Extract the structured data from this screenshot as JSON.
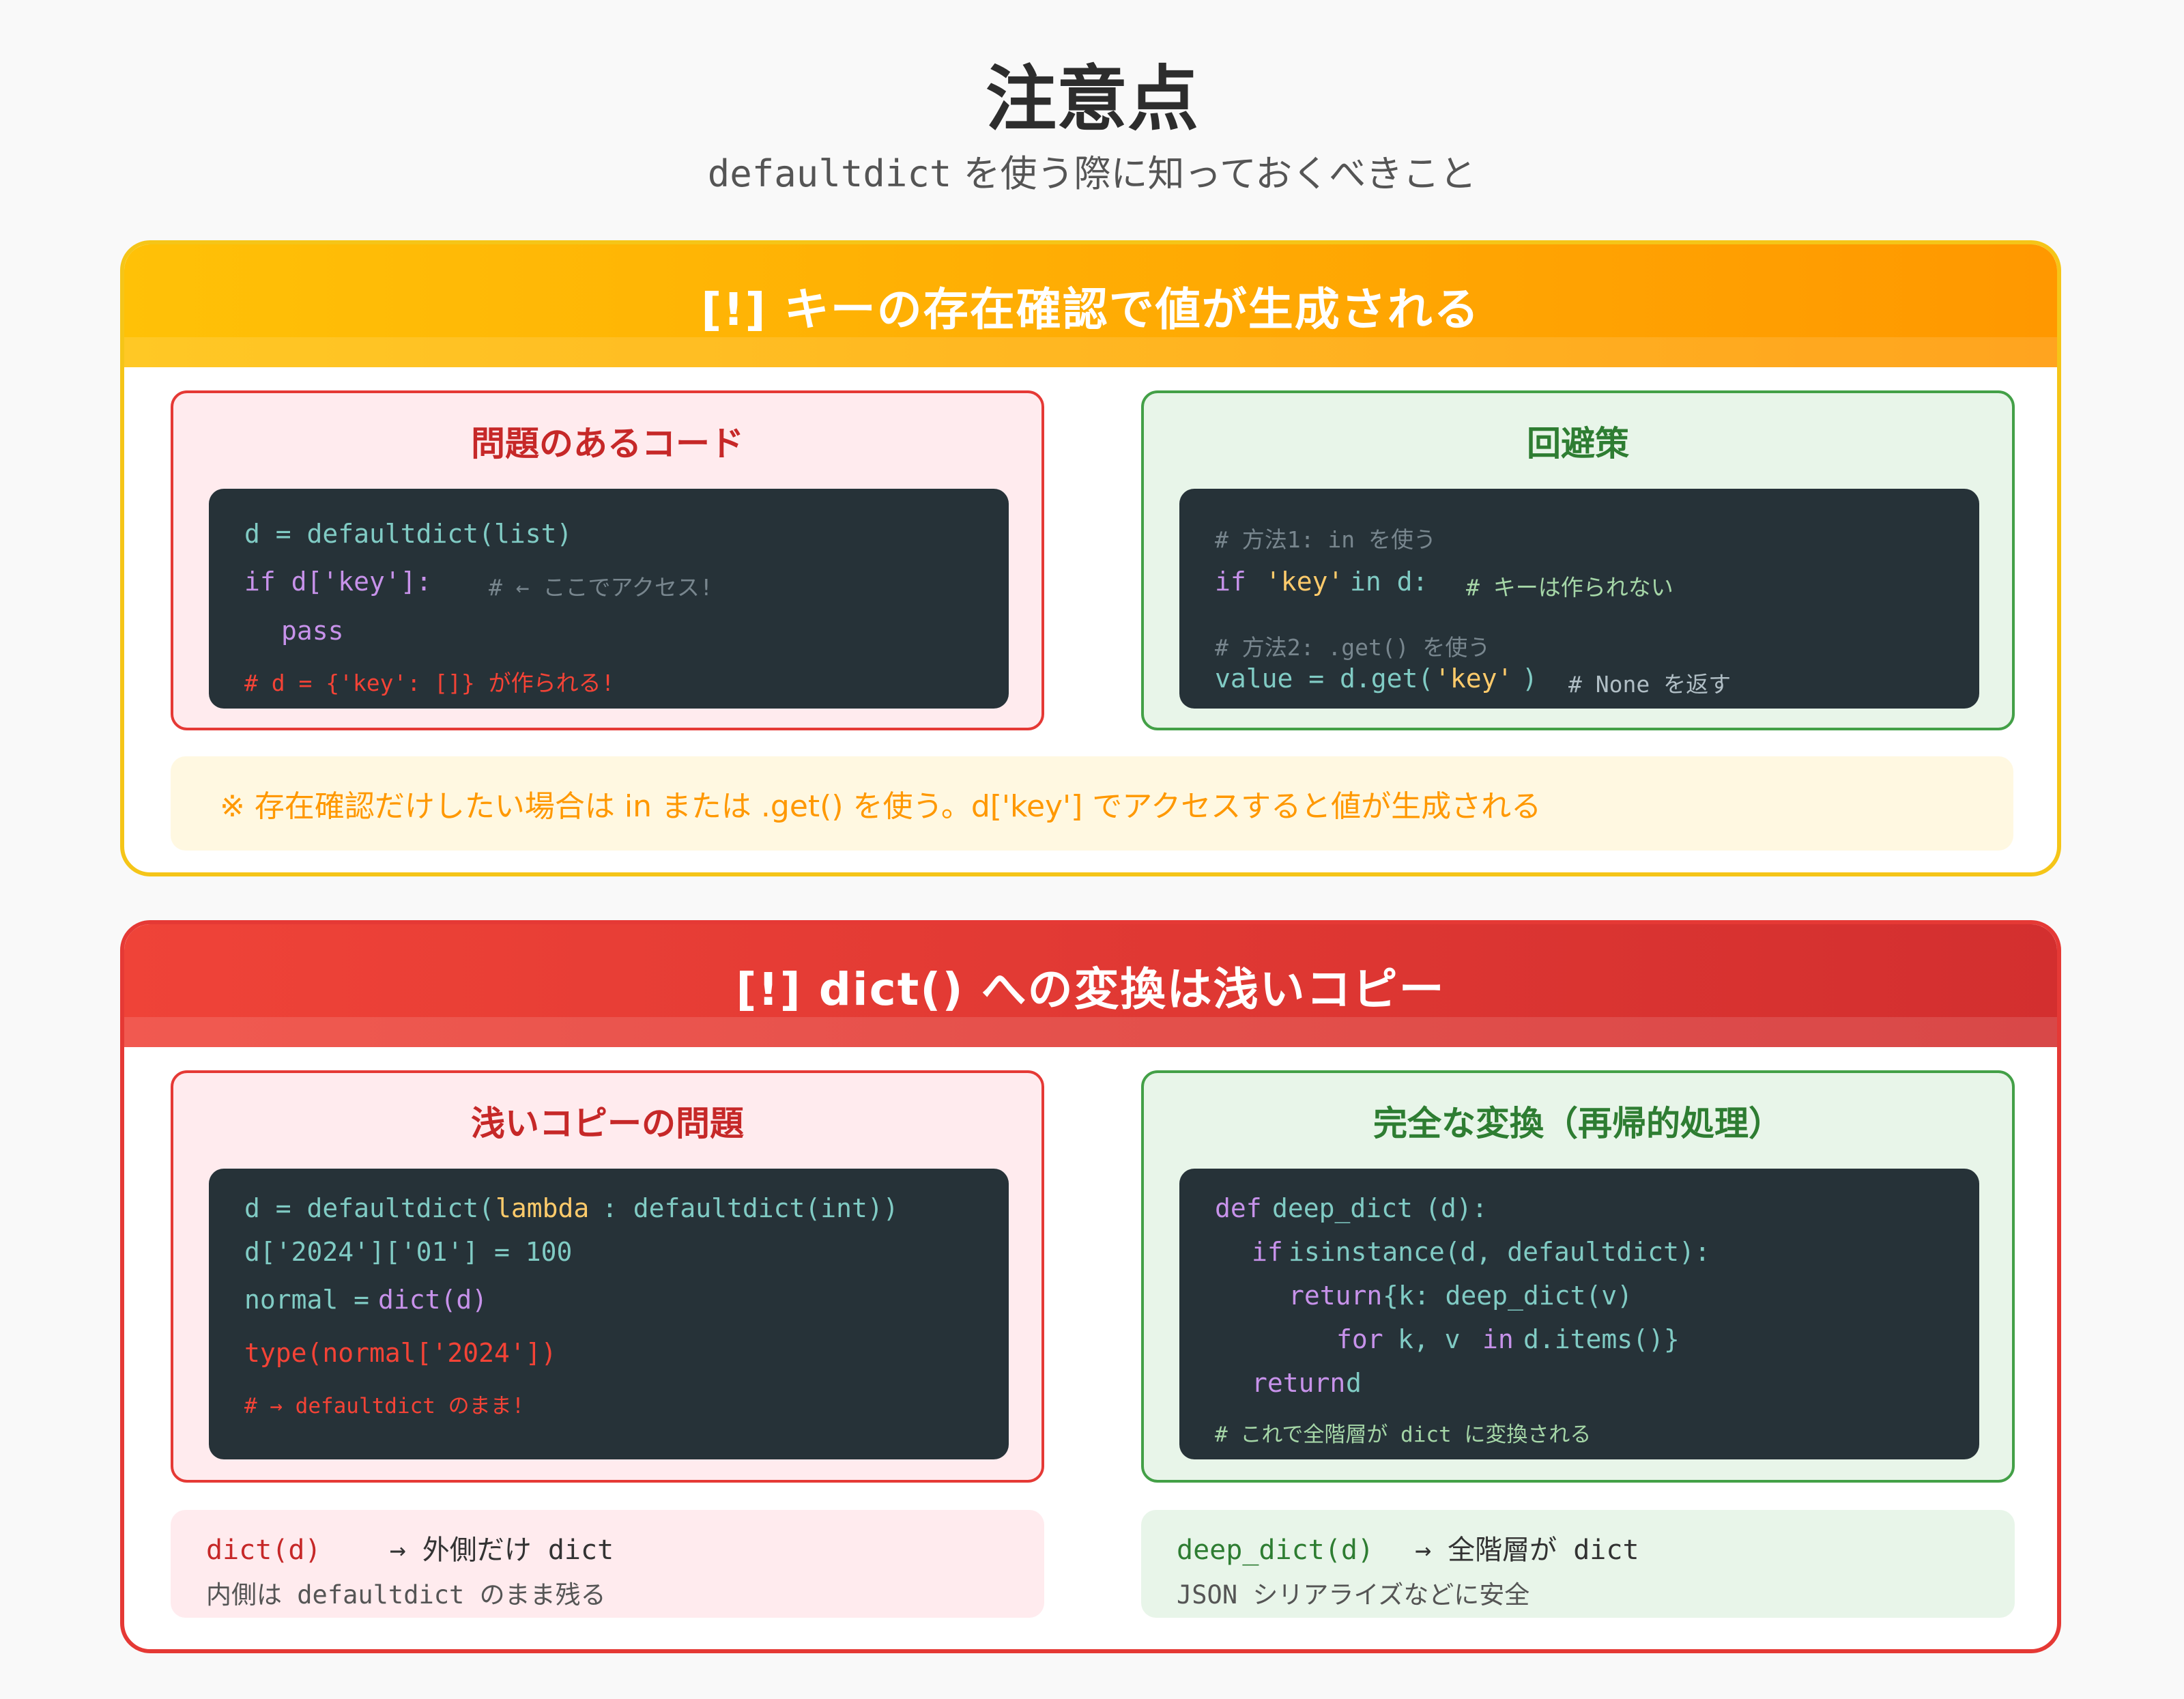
{
  "header": {
    "title": "注意点",
    "subtitle_code": "defaultdict",
    "subtitle_text": " を使う際に知っておくべきこと"
  },
  "sections": [
    {
      "title": "[!] キーの存在確認で値が生成される",
      "bad_panel": {
        "title": "問題のあるコード",
        "lines": [
          "d = defaultdict(list)",
          "if d['key']:",
          "# ← ここでアクセス!",
          "pass",
          "# d = {'key': []} が作られる!"
        ]
      },
      "good_panel": {
        "title": "回避策",
        "lines": [
          "# 方法1: in を使う",
          "if",
          "'key'",
          "in d:",
          "# キーは作られない",
          "# 方法2: .get() を使う",
          "value = d.get(",
          "'key'",
          ")",
          "# None を返す"
        ]
      },
      "note": "※ 存在確認だけしたい場合は in または .get() を使う。d['key'] でアクセスすると値が生成される"
    },
    {
      "title": "[!] dict() への変換は浅いコピー",
      "bad_panel": {
        "title": "浅いコピーの問題",
        "lines": [
          "d = defaultdict(",
          "lambda",
          ": defaultdict(int))",
          "d['2024']['01'] = 100",
          "normal = ",
          "dict(d)",
          "type(normal['2024'])",
          "# → defaultdict のまま!"
        ]
      },
      "good_panel": {
        "title": "完全な変換（再帰的処理）",
        "lines": [
          "def",
          "deep_dict",
          "(d):",
          "if",
          "isinstance(d, defaultdict):",
          "return",
          "{k: deep_dict(v)",
          "for",
          "k, v",
          "in",
          "d.items()}",
          "return",
          "d",
          "# これで全階層が dict に変換される"
        ]
      },
      "bad_info": {
        "code": "dict(d)",
        "arrow_text": "→ 外側だけ dict",
        "detail": "内側は defaultdict のまま残る"
      },
      "good_info": {
        "code": "deep_dict(d)",
        "arrow_text": "→ 全階層が dict",
        "detail": "JSON シリアライズなどに安全"
      }
    }
  ],
  "colors": {
    "section1_accent": "#ffc107",
    "section2_accent": "#e53935",
    "bad_panel_bg": "#ffebee",
    "good_panel_bg": "#e8f5e9",
    "code_bg": "#263238"
  }
}
